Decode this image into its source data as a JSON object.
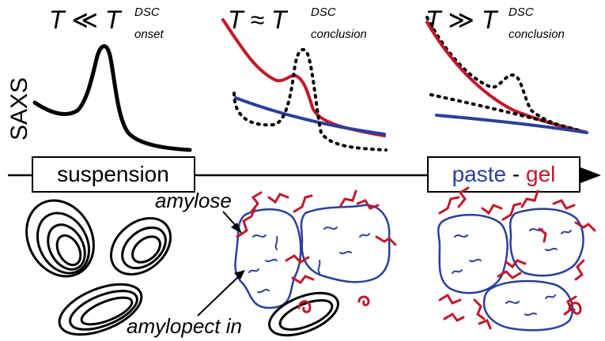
{
  "titles": {
    "left": {
      "main": "T ≪ T",
      "sup": "DSC",
      "sub": "onset"
    },
    "middle": {
      "main": "T ≈ T",
      "sup": "DSC",
      "sub": "conclusion"
    },
    "right": {
      "main": "T ≫ T",
      "sup": "DSC",
      "sub": "conclusion"
    }
  },
  "axis_label": "SAXS",
  "states": {
    "suspension": "suspension",
    "paste": "paste",
    "separator": " - ",
    "gel": "gel"
  },
  "labels": {
    "amylose": "amylose",
    "amylopectin": "amylopect in"
  },
  "colors": {
    "red": "#c0182a",
    "blue": "#2b3f9a",
    "black": "#000000"
  }
}
